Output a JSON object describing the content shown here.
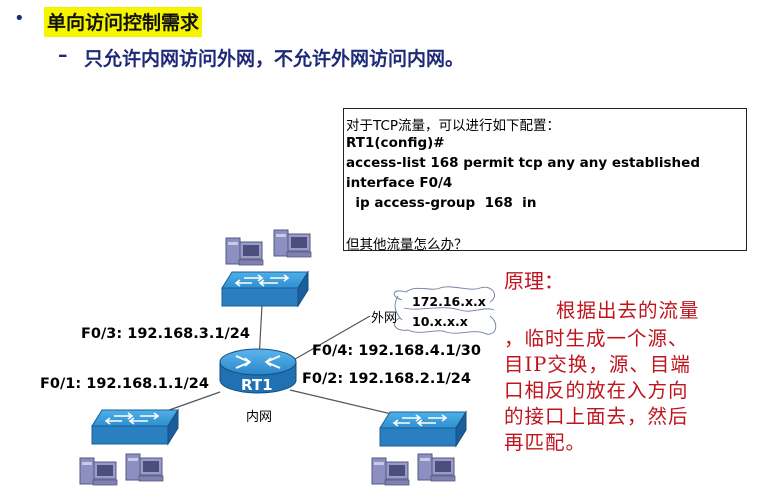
{
  "header": {
    "bullet": "•",
    "title": "单向访问控制需求",
    "dash": "–",
    "subtitle": "只允许内网访问外网，不允许外网访问内网。"
  },
  "config_box": {
    "lines": [
      "对于TCP流量，可以进行如下配置：",
      "RT1(config)#",
      "access-list 168 permit  tcp  any  any  established",
      "interface F0/4",
      "  ip access-group  168  in",
      "",
      "但其他流量怎么办？"
    ]
  },
  "principle": {
    "title": "原理：",
    "lines": [
      "根据出去的流量",
      "，临时生成一个源、",
      "目IP交换，源、目端",
      "口相反的放在入方向",
      "的接口上面去，然后",
      "再匹配。"
    ]
  },
  "diagram": {
    "router_label": "RT1",
    "inner_label": "内网",
    "outer_label": "外网",
    "interfaces": {
      "f03": "F0/3: 192.168.3.1/24",
      "f04": "F0/4: 192.168.4.1/30",
      "f01": "F0/1: 192.168.1.1/24",
      "f02": "F0/2: 192.168.2.1/24"
    },
    "external_nets": [
      "172.16.x.x",
      "10.x.x.x"
    ],
    "colors": {
      "device_blue": "#2f8fd0",
      "device_dark": "#1b5f9a",
      "pc_body": "#9a9cc8",
      "principle_red": "#c0141c",
      "highlight": "#f5f500"
    }
  }
}
